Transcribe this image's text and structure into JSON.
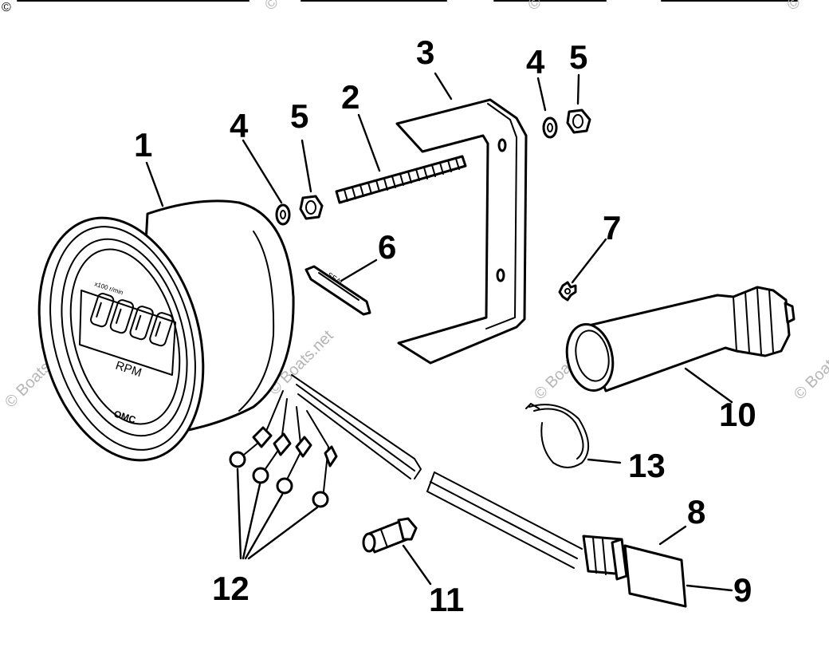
{
  "labels": {
    "part_1": "1",
    "part_2": "2",
    "part_3": "3",
    "part_4_left": "4",
    "part_5_left": "5",
    "part_4_right": "4",
    "part_5_right": "5",
    "part_6": "6",
    "part_7": "7",
    "part_8": "8",
    "part_9": "9",
    "part_10": "10",
    "part_11": "11",
    "part_12": "12",
    "part_13": "13"
  },
  "gauge": {
    "unit_text": "RPM",
    "brand_text": "OMC",
    "display_digits": [
      "0",
      "0",
      "0",
      "0"
    ],
    "scale_text": "x100 r/min"
  },
  "stud_marking": "SEAL",
  "watermark": {
    "text": "© Boats.net",
    "corner_symbol": "©",
    "color": "#b5b5b5"
  }
}
